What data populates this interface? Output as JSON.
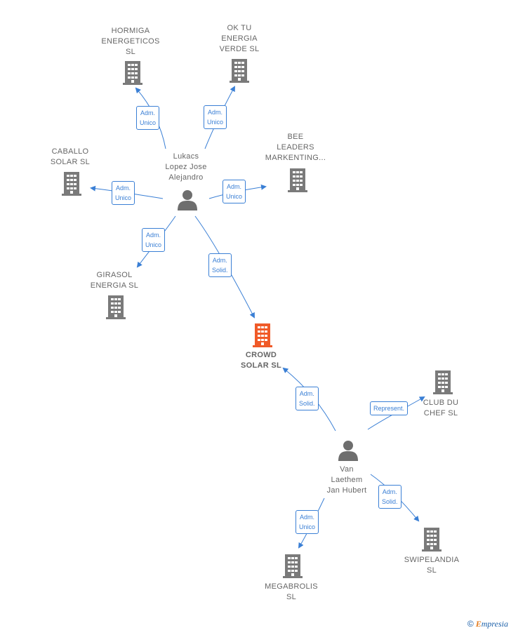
{
  "nodes": {
    "hormiga": "HORMIGA\nENERGETICOS\nSL",
    "oktu": "OK TU\nENERGIA\nVERDE  SL",
    "bee": "BEE\nLEADERS\nMARKENTING...",
    "caballo": "CABALLO\nSOLAR  SL",
    "girasol": "GIRASOL\nENERGIA  SL",
    "crowd": "CROWD\nSOLAR  SL",
    "clubdu": "CLUB DU\nCHEF  SL",
    "swipelandia": "SWIPELANDIA\nSL",
    "megabrolis": "MEGABROLIS\nSL",
    "lukacs": "Lukacs\nLopez Jose\nAlejandro",
    "van": "Van\nLaethem\nJan Hubert"
  },
  "edges": {
    "e_hormiga": "Adm.\nUnico",
    "e_oktu": "Adm.\nUnico",
    "e_caballo": "Adm.\nUnico",
    "e_bee": "Adm.\nUnico",
    "e_girasol": "Adm.\nUnico",
    "e_crowd1": "Adm.\nSolid.",
    "e_crowd2": "Adm.\nSolid.",
    "e_clubdu": "Represent.",
    "e_swipe": "Adm.\nSolid.",
    "e_mega": "Adm.\nUnico"
  },
  "footer": {
    "copyright": "©",
    "brand_initial": "E",
    "brand_rest": "mpresia"
  },
  "colors": {
    "edge": "#3a7fd5",
    "building": "#7a7a7a",
    "highlight": "#f05a28",
    "person": "#6e6e6e"
  }
}
